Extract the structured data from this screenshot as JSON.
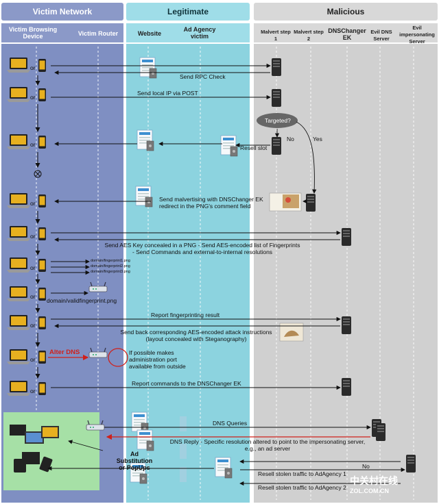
{
  "zones": {
    "victim": {
      "title": "Victim Network",
      "cols": [
        "Victim Browsing Device",
        "Victim Router"
      ]
    },
    "legit": {
      "title": "Legitimate",
      "cols": [
        "Website",
        "Ad Agency victim"
      ]
    },
    "malicious": {
      "title": "Malicious",
      "cols": [
        "Malvert step 1",
        "Malvert step 2",
        "DNSChanger EK",
        "Evil DNS Server",
        "Evil impersonating Server"
      ]
    }
  },
  "or_label": "or",
  "messages": {
    "rpc": "Send RPC Check",
    "local_ip": "Send local IP via POST",
    "targeted": "Targeted?",
    "no": "No",
    "yes": "Yes",
    "resell_slot": "Resell slot",
    "malvertising": "Send malvertising with DNSChanger EK redirect in the PNG's comment field",
    "aes": "Send AES Key concealed in a PNG - Send AES-encoded list of Fingerprints - Send Commands and external-to-internal resolutions",
    "fp1": "domain/fingerprint1.png",
    "fp2": "domain/fingerprint2.png",
    "fp3": "domain/fingerprint3.png",
    "valid_fp": "domain/validfingerprint.png",
    "report_fp": "Report fingerprinting result",
    "attack_instr": "Send back corresponding AES-encoded attack instructions (layout concealed with Steganography)",
    "alter_dns": "Alter DNS",
    "admin_port": "If possible makes administration port available from outside",
    "report_cmds": "Report commands to the DNSChanger EK",
    "dns_queries": "DNS Queries",
    "dns_reply": "DNS Reply - Specific resolution altered to point to the impersonating server, e.g., an ad server",
    "ad_sub": "Ad Substitution or PopUps",
    "no2": "No",
    "resell_stolen1": "Resell stolen traffic to AdAgency 1",
    "resell_stolen2": "Resell stolen traffic to AdAgency 2"
  },
  "watermark": {
    "line1": "中关村在线",
    "line2": "ZOL.COM.CN"
  },
  "colors": {
    "victim": "#8795c4",
    "legit": "#8fd6e2",
    "malicious": "#cfcfcf",
    "alter": "#d0201a",
    "safe": "#a6e0a6"
  }
}
